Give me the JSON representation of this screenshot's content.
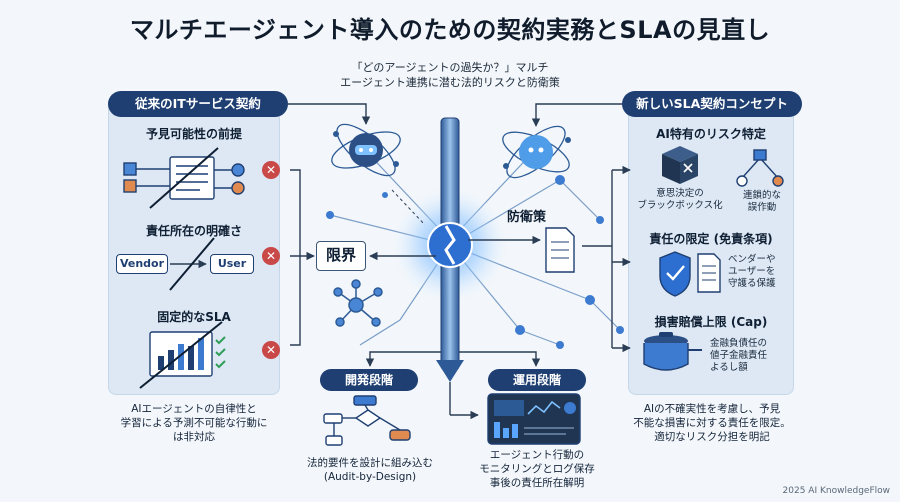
{
  "title": "マルチエージェント導入のための契約実務とSLAの見直し",
  "subtitle_line1": "「どのアージェントの過失か？」マルチ",
  "subtitle_line2": "エージェント連携に潜む法的リスクと防衛策",
  "left": {
    "header": "従来のITサービス契約",
    "sections": [
      {
        "title": "予見可能性の前提"
      },
      {
        "title": "責任所在の明確さ",
        "vendor": "Vendor",
        "user": "User"
      },
      {
        "title": "固定的なSLA"
      }
    ],
    "note_lines": [
      "AIエージェントの自律性と",
      "学習による予測不可能な行動に",
      "は非対応"
    ]
  },
  "center": {
    "limit_label": "限界",
    "defense_label": "防衛策",
    "dev": {
      "header": "開発段階",
      "note_lines": [
        "法的要件を設計に組み込む",
        "(Audit-by-Design)"
      ]
    },
    "ops": {
      "header": "運用段階",
      "note_lines": [
        "エージェント行動の",
        "モニタリングとログ保存",
        "事後の責任所在解明"
      ]
    }
  },
  "right": {
    "header": "新しいSLA契約コンセプト",
    "risk_title": "AI特有のリスク特定",
    "blackbox_lines": [
      "意思決定の",
      "ブラックボックス化"
    ],
    "chain_lines": [
      "連鎖的な",
      "誤作動"
    ],
    "liability_title": "責任の限定 (免責条項)",
    "liability_lines": [
      "ベンダーや",
      "ユーザーを",
      "守護る保護"
    ],
    "cap_title": "損害賠償上限 (Cap)",
    "cap_lines": [
      "金融負債任の",
      "値子金融責任",
      "よるし額"
    ],
    "note_lines": [
      "AIの不確実性を考慮し、予見",
      "不能な損害に対する責任を限定。",
      "適切なリスク分担を明記"
    ]
  },
  "footer": "2025 AI KnowledgeFlow",
  "colors": {
    "navy": "#1f3f72",
    "accent": "#2c6fd1",
    "red": "#c94848",
    "panel": "#dde8f4"
  }
}
